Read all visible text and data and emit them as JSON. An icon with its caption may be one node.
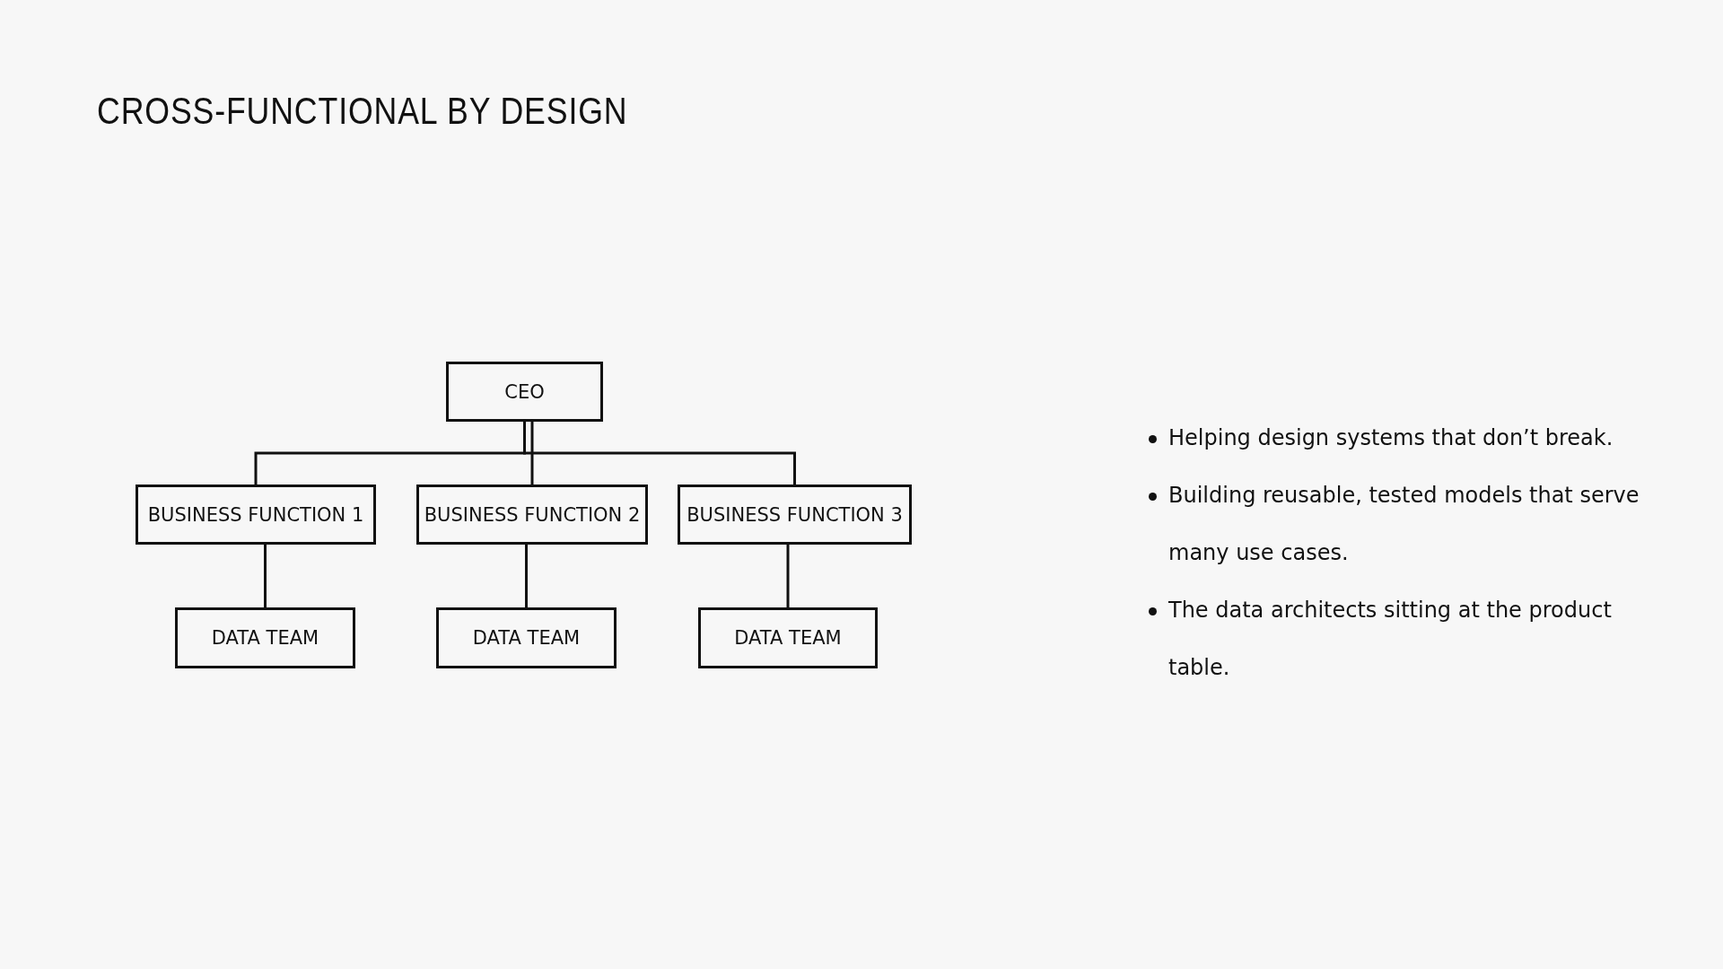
{
  "diagram": {
    "title": "CROSS-FUNCTIONAL BY DESIGN",
    "nodes": [
      {
        "text": [
          "CEO"
        ]
      },
      {
        "text": [
          "BUSINESS FUNCTION 1"
        ]
      },
      {
        "text": [
          "BUSINESS FUNCTION 2"
        ]
      },
      {
        "text": [
          "BUSINESS FUNCTION 3"
        ]
      },
      {
        "text": [
          "DATA TEAM"
        ]
      },
      {
        "text": [
          "DATA TEAM"
        ]
      },
      {
        "text": [
          "DATA TEAM"
        ]
      }
    ],
    "edges": [
      {
        "from": 0,
        "to": 1,
        "arrow": "none"
      },
      {
        "from": 0,
        "to": 2,
        "arrow": "none"
      },
      {
        "from": 0,
        "to": 3,
        "arrow": "none"
      },
      {
        "from": 1,
        "to": 4,
        "arrow": "none"
      },
      {
        "from": 2,
        "to": 5,
        "arrow": "none"
      },
      {
        "from": 3,
        "to": 6,
        "arrow": "none"
      }
    ],
    "labels": [
      "Helping design systems that don’t break.",
      "Building reusable, tested models that serve many use cases.",
      "The data architects sitting at the product table."
    ]
  }
}
